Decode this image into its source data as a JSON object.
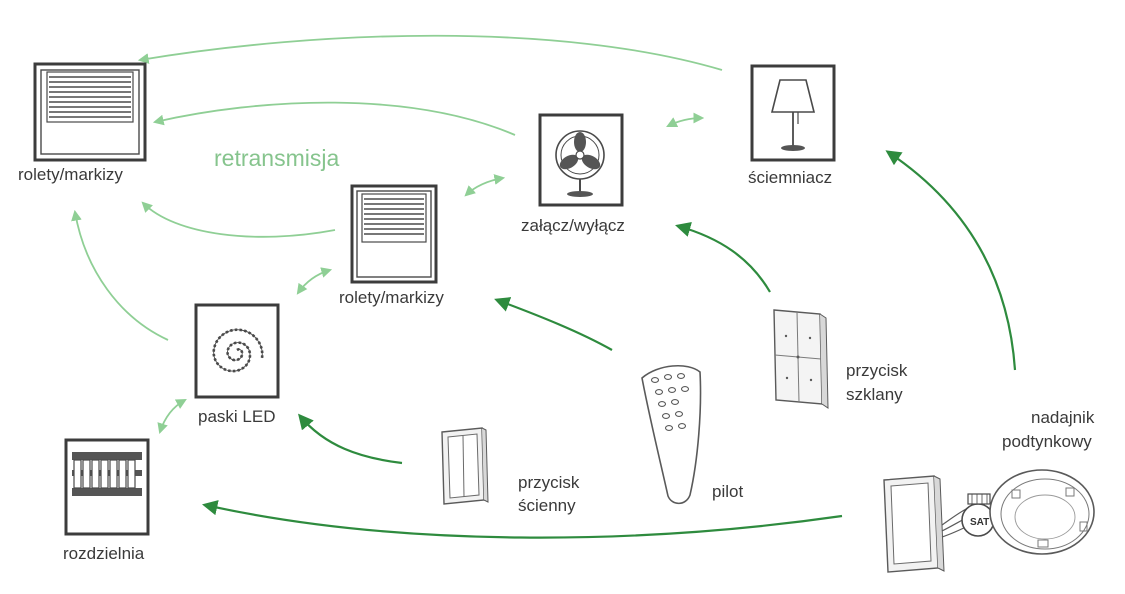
{
  "labels": {
    "retransmission": "retransmisja",
    "blinds_top": "rolety/markizy",
    "blinds_center": "rolety/markizy",
    "switch_on_off": "załącz/wyłącz",
    "dimmer": "ściemniacz",
    "led_strips": "paski LED",
    "distribution_board": "rozdzielnia",
    "wall_button_line1": "przycisk",
    "wall_button_line2": "ścienny",
    "remote": "pilot",
    "glass_button_line1": "przycisk",
    "glass_button_line2": "szklany",
    "flush_transmitter_line1": "nadajnik",
    "flush_transmitter_line2": "podtynkowy",
    "module_badge": "SAT"
  },
  "colors": {
    "direct_arrow": "#2e8b3e",
    "retransmission_arrow": "#8fcf95",
    "device_outline": "#3c3c3c",
    "label_text": "#3a3a3a"
  }
}
